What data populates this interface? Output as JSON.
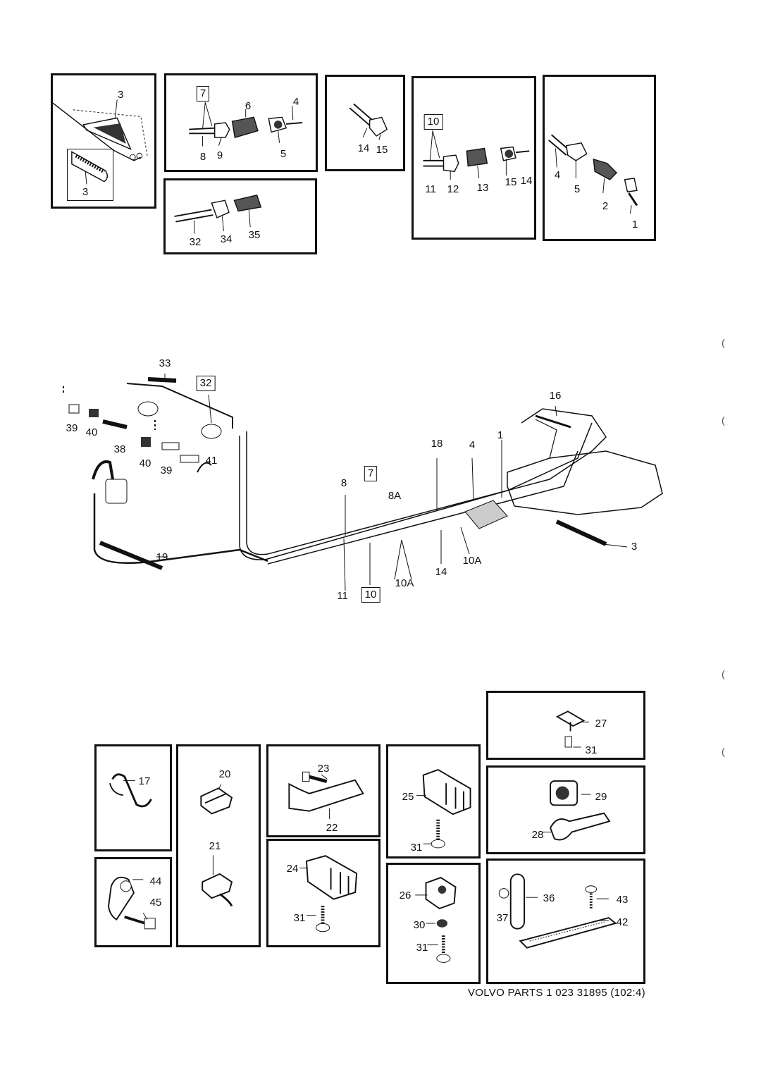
{
  "labels": {
    "p1_a": "3",
    "p1_b": "3",
    "p2_box": "7",
    "p2_6": "6",
    "p2_4": "4",
    "p2_8": "8",
    "p2_9": "9",
    "p2_5": "5",
    "p3_14": "14",
    "p3_15": "15",
    "p4_box": "10",
    "p4_11": "11",
    "p4_12": "12",
    "p4_13": "13",
    "p4_15": "15",
    "p4_14": "14",
    "p5_4": "4",
    "p5_5": "5",
    "p5_2": "2",
    "p5_1": "1",
    "p6_32": "32",
    "p6_34": "34",
    "p6_35": "35",
    "m_33": "33",
    "m_box32": "32",
    "m_39a": "39",
    "m_40a": "40",
    "m_38": "38",
    "m_40b": "40",
    "m_39b": "39",
    "m_41": "41",
    "m_19": "19",
    "m_8": "8",
    "m_box7": "7",
    "m_8A": "8A",
    "m_18": "18",
    "m_4": "4",
    "m_1": "1",
    "m_16": "16",
    "m_3": "3",
    "m_11": "11",
    "m_box10": "10",
    "m_10Aa": "10A",
    "m_14": "14",
    "m_10Ab": "10A",
    "b_17": "17",
    "b_44": "44",
    "b_45": "45",
    "b_20": "20",
    "b_21": "21",
    "b_23": "23",
    "b_22": "22",
    "b_24": "24",
    "b_31a": "31",
    "b_25": "25",
    "b_31b": "31",
    "b_26": "26",
    "b_30": "30",
    "b_31c": "31",
    "b_27": "27",
    "b_31d": "31",
    "b_29": "29",
    "b_28": "28",
    "b_37": "37",
    "b_36": "36",
    "b_43": "43",
    "b_42": "42"
  },
  "footer": "VOLVO PARTS 1 023 31895 (102:4)",
  "margin_marks": [
    "(",
    "(",
    "(",
    "("
  ]
}
